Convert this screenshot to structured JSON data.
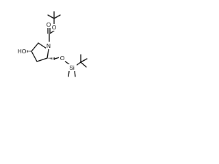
{
  "atoms": {
    "n": "N",
    "o_carbonyl": "O",
    "o_ester": "O",
    "o_ether": "O",
    "si": "Si",
    "ho": "HO"
  },
  "colors": {
    "bond": "#000000",
    "text": "#000000",
    "background": "#ffffff"
  }
}
